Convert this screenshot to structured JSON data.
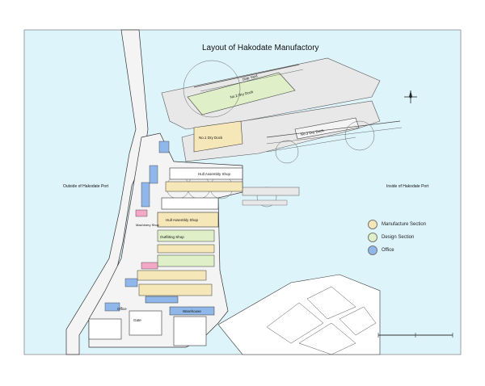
{
  "map": {
    "title": "Layout of Hakodate Manufactory",
    "labels": {
      "outside_port": "Outside of Hakodate Port",
      "inside_port": "Inside of Hakodate Port",
      "dock_2": "No.2 Dry Dock",
      "dock_1": "No.1 Dry Dock",
      "dock_3": "No.3 Dry Dock",
      "ship_yard": "Ship Yard",
      "assembly_shop": "Hull Assembly Shop",
      "no1_assembly_shop": "Hull Assembly Shop",
      "machinery_shop": "Machinery Shop",
      "outfitting": "Outfitting Shop",
      "office": "Office",
      "warehouse": "Warehouse",
      "gate": "Gate"
    }
  },
  "legend": {
    "items": [
      {
        "label": "Manufacture Section",
        "color": "#f6e7b8"
      },
      {
        "label": "Design Section",
        "color": "#dff0c8"
      },
      {
        "label": "Office",
        "color": "#8fb7ea"
      }
    ]
  },
  "colors": {
    "sea": "#def4fb",
    "land": "#f4f4f4",
    "outline": "#333333",
    "dock_green": "#dff0c8",
    "building_yellow": "#f6e7b8",
    "building_blue": "#8fb7ea",
    "building_pink": "#f3a8c8"
  },
  "icons": {
    "compass": "compass-icon"
  }
}
